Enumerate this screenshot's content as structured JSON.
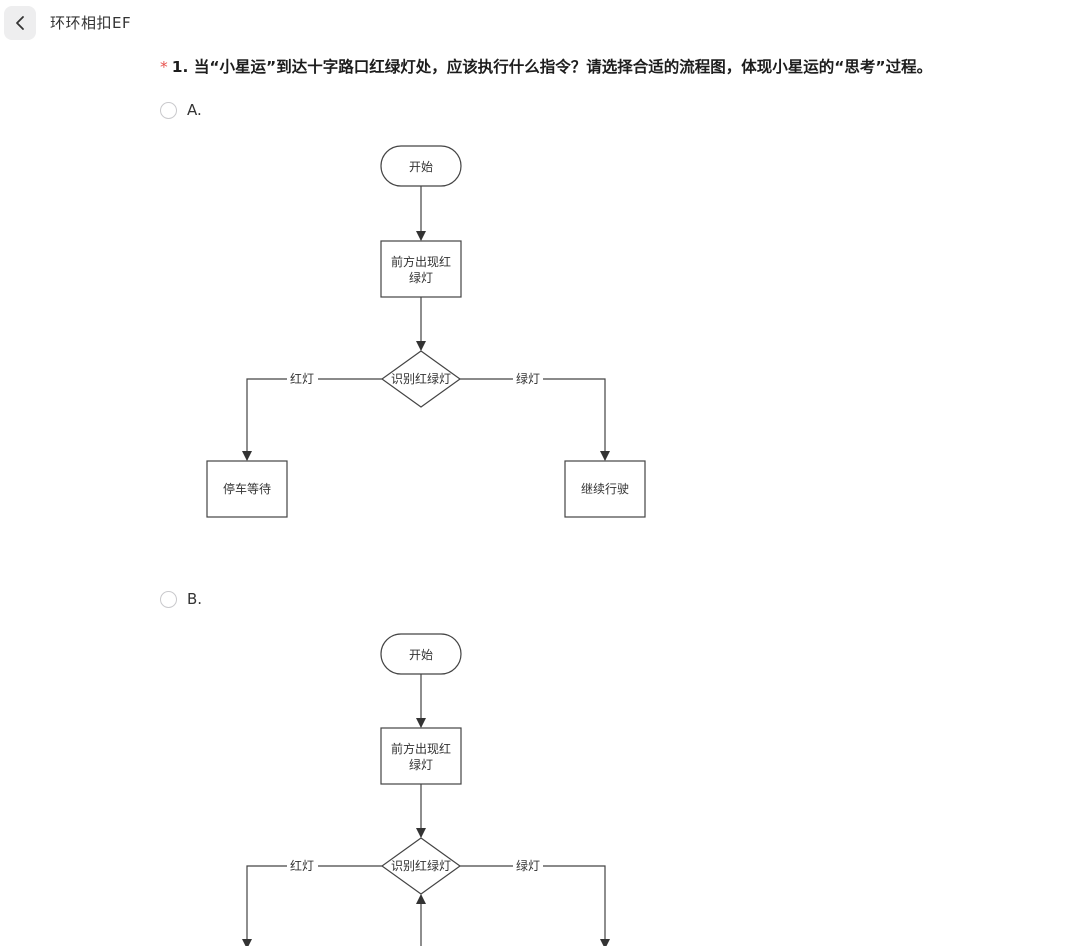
{
  "header": {
    "title": "环环相扣EF"
  },
  "question": {
    "required_mark": "*",
    "text": "1. 当“小星运”到达十字路口红绿灯处，应该执行什么指令？请选择合适的流程图，体现小星运的“思考”过程。"
  },
  "options": [
    {
      "label": "A.",
      "flow": {
        "start": "开始",
        "process_line1": "前方出现红",
        "process_line2": "绿灯",
        "decision": "识别红绿灯",
        "left_branch": "红灯",
        "right_branch": "绿灯",
        "left_result": "停车等待",
        "right_result": "继续行驶"
      }
    },
    {
      "label": "B.",
      "flow": {
        "start": "开始",
        "process_line1": "前方出现红",
        "process_line2": "绿灯",
        "decision": "识别红绿灯",
        "left_branch": "红灯",
        "right_branch": "绿灯"
      }
    }
  ]
}
